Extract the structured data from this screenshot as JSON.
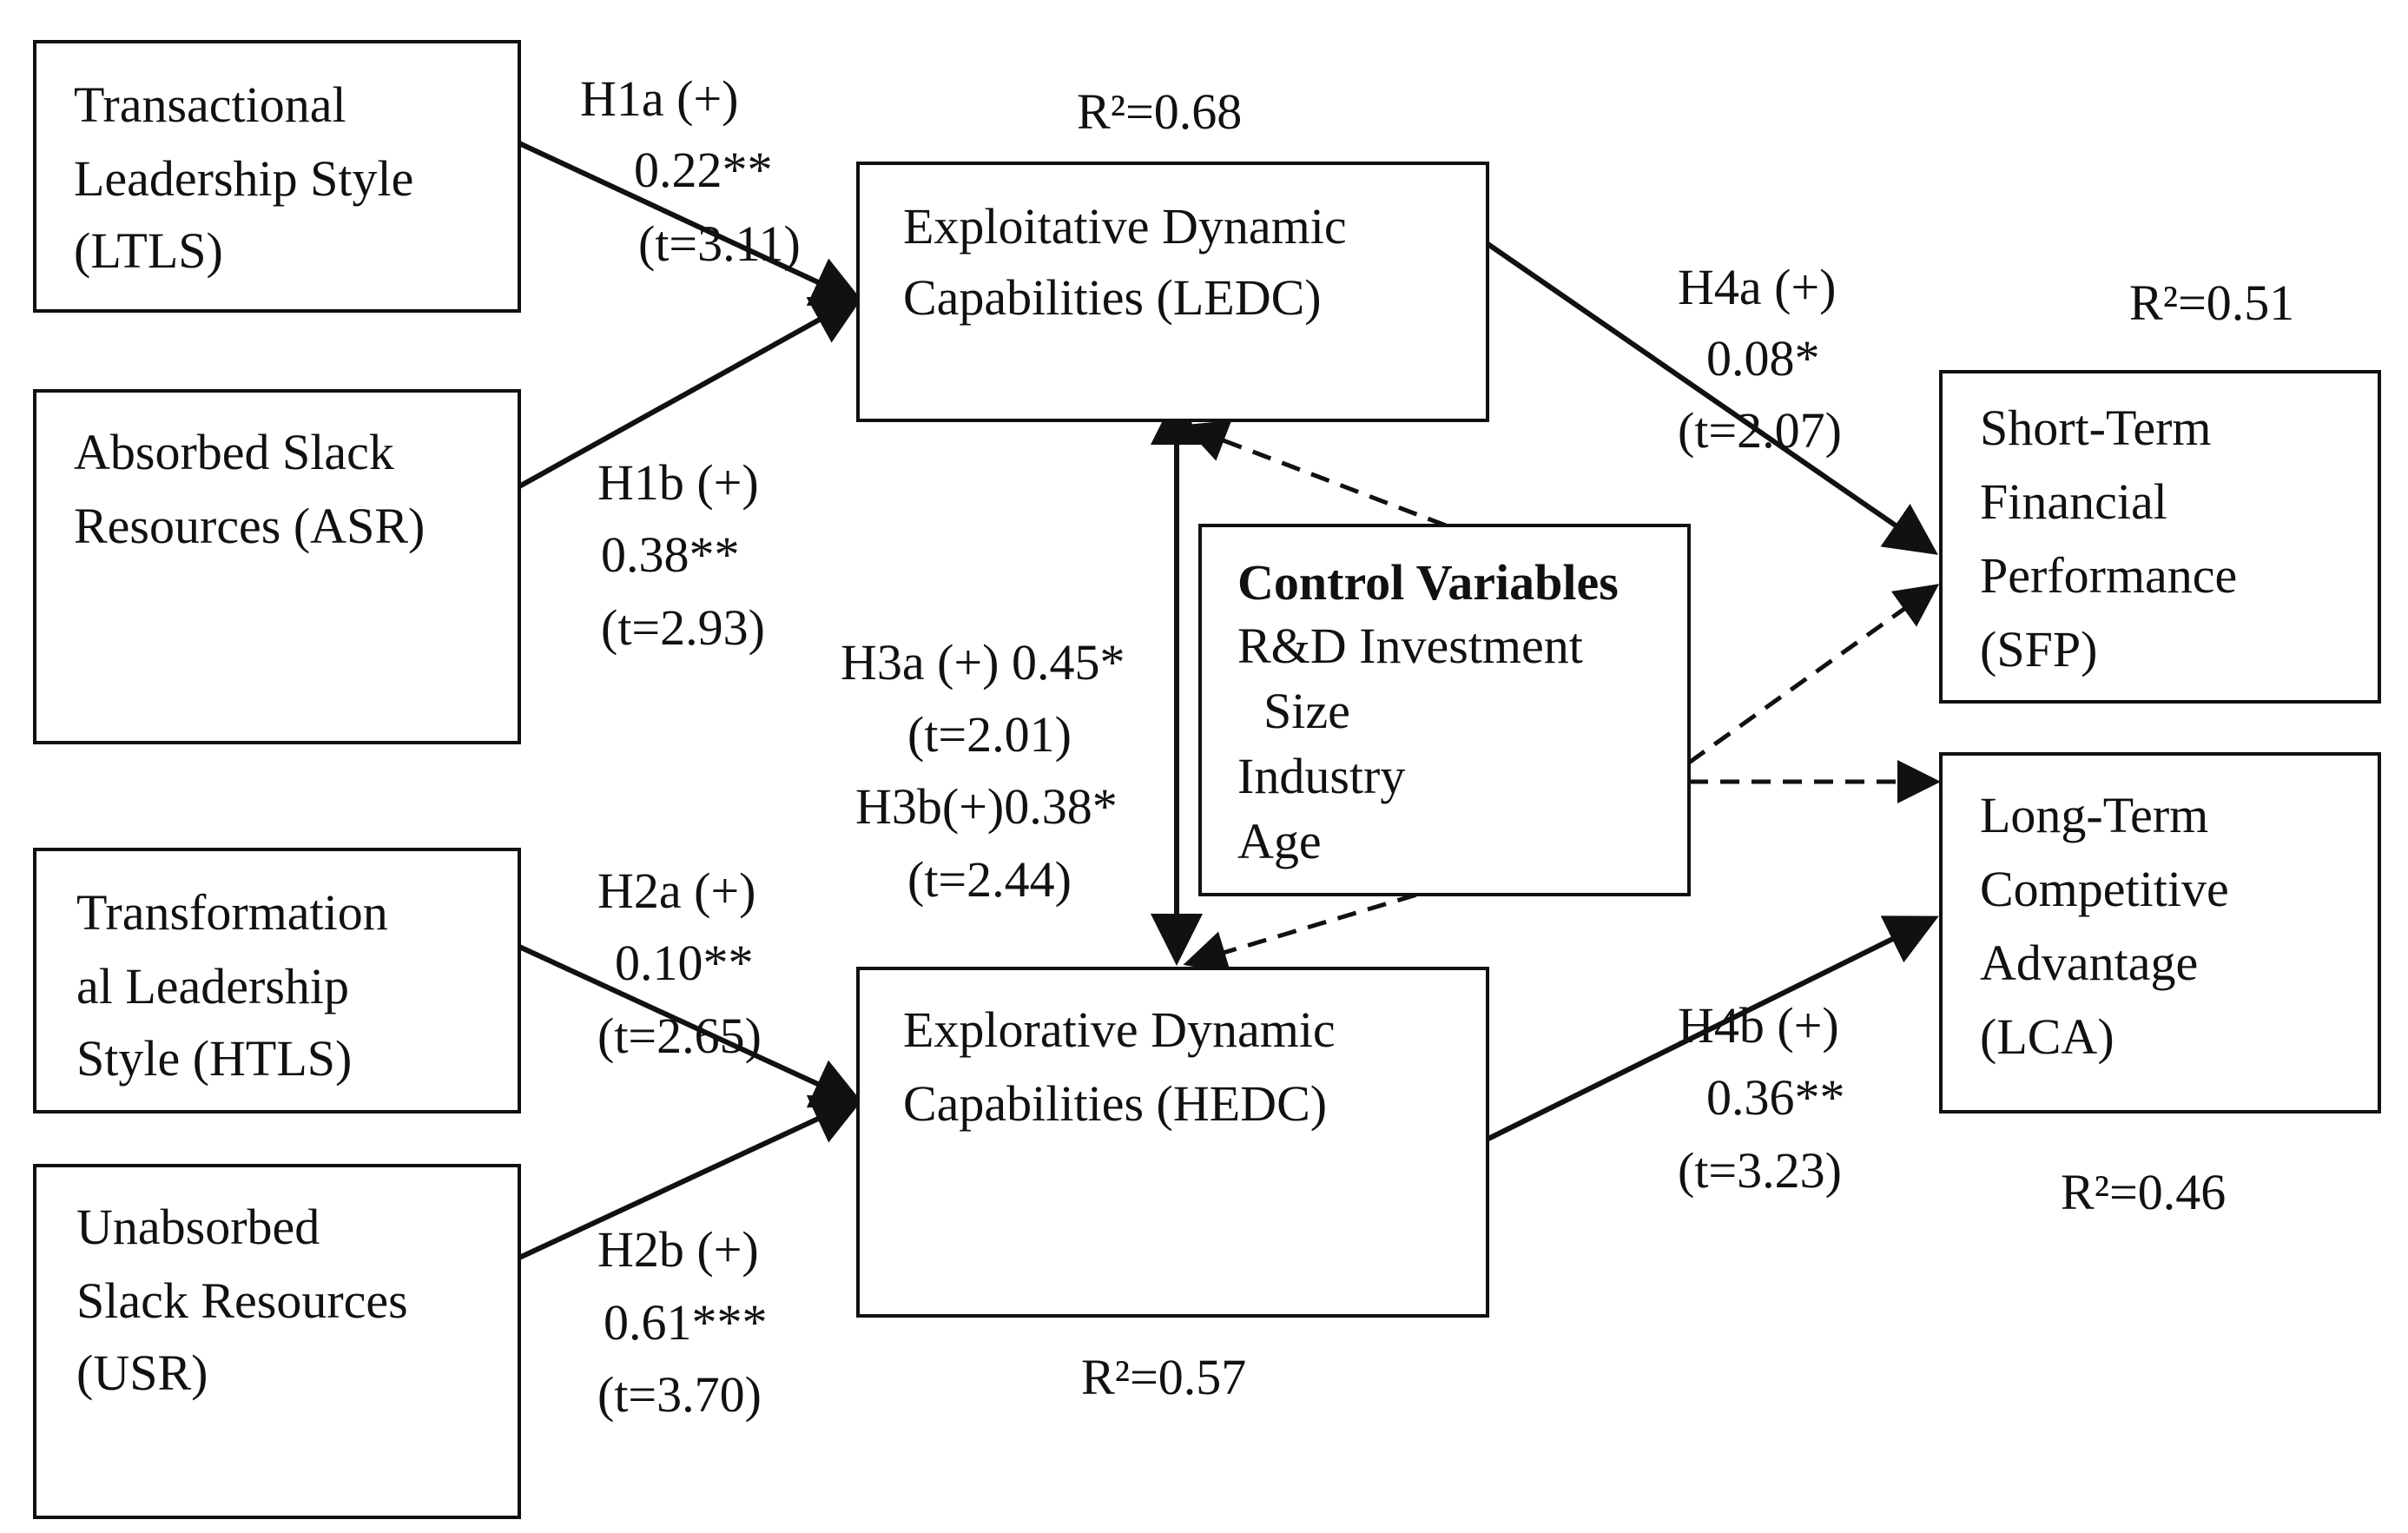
{
  "boxes": {
    "ltls": [
      "Transactional",
      "Leadership Style",
      "(LTLS)"
    ],
    "asr": [
      "Absorbed Slack",
      "Resources (ASR)"
    ],
    "htls": [
      "Transformation",
      "al Leadership",
      "Style (HTLS)"
    ],
    "usr": [
      "Unabsorbed",
      "Slack Resources",
      "(USR)"
    ],
    "ledc": [
      "Exploitative Dynamic",
      "Capabilities (LEDC)"
    ],
    "hedc": [
      "Explorative Dynamic",
      "Capabilities (HEDC)"
    ],
    "control": {
      "title": "Control Variables",
      "items": [
        "R&D Investment",
        "Size",
        "Industry",
        "Age"
      ]
    },
    "sfp": [
      "Short-Term",
      "Financial",
      "Performance",
      "(SFP)"
    ],
    "lca": [
      "Long-Term",
      "Competitive",
      "Advantage",
      "(LCA)"
    ]
  },
  "paths": {
    "h1a": [
      "H1a (+)",
      "0.22**",
      "(t=3.11)"
    ],
    "h1b": [
      "H1b (+)",
      "0.38**",
      "(t=2.93)"
    ],
    "h2a": [
      "H2a (+)",
      "0.10**",
      "(t=2.65)"
    ],
    "h2b": [
      "H2b (+)",
      "0.61***",
      "(t=3.70)"
    ],
    "h3": [
      "H3a (+) 0.45*",
      "(t=2.01)",
      "H3b(+)0.38*",
      "(t=2.44)"
    ],
    "h4a": [
      "H4a (+)",
      "0.08*",
      "(t=2.07)"
    ],
    "h4b": [
      "H4b (+)",
      "0.36**",
      "(t=3.23)"
    ]
  },
  "r2": {
    "ledc": "R²=0.68",
    "hedc": "R²=0.57",
    "sfp": "R²=0.51",
    "lca": "R²=0.46"
  }
}
